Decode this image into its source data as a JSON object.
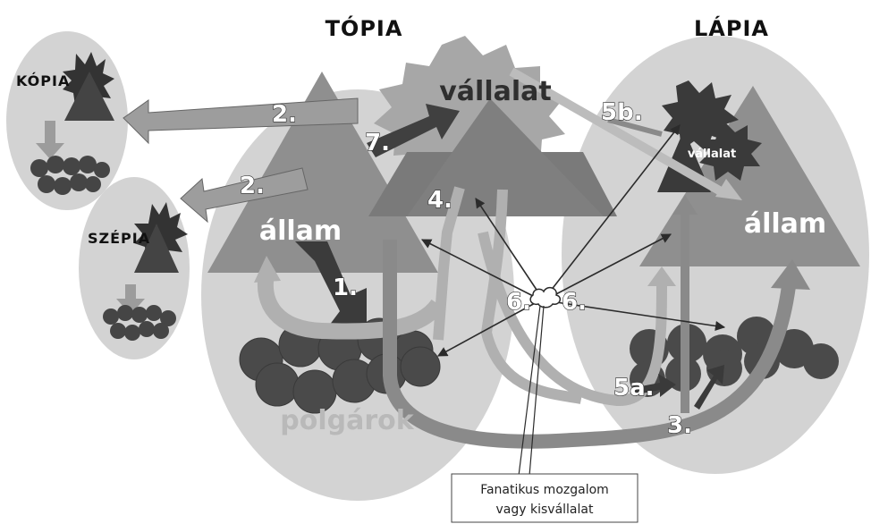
{
  "titles": {
    "topia": "TÓPIA",
    "lapia": "LÁPIA",
    "kopia": "KÓPIA",
    "szepia": "SZÉPIA"
  },
  "labels": {
    "allam_topia": "állam",
    "allam_lapia": "állam",
    "vallalat_topia": "vállalat",
    "vallalat_lapia": "vállalat",
    "polgarok": "polgárok"
  },
  "numbers": {
    "n1": "1.",
    "n2a": "2.",
    "n2b": "2.",
    "n3": "3.",
    "n4": "4.",
    "n5a": "5a.",
    "n5b": "5b.",
    "n6a": "6.",
    "n6b": "6.",
    "n7": "7."
  },
  "callout": {
    "line1": "Fanatikus mozgalom",
    "line2": "vagy kisvállalat"
  },
  "colors": {
    "region_bg": "#cfcfcf",
    "state_triangle": "#8a8a8a",
    "corp_dark": "#3a3a3a",
    "arrow_gray": "#9a9a9a",
    "arrow_light": "#b5b5b5",
    "citizen": "#4a4a4a"
  }
}
